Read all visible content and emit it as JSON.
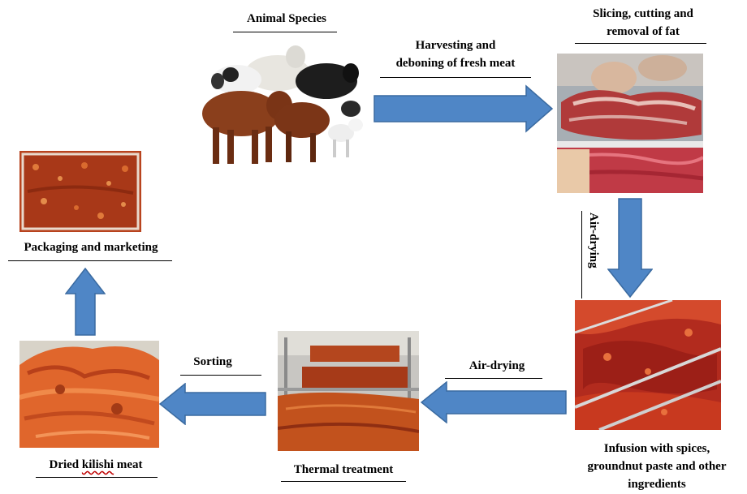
{
  "stages": {
    "animal_species": "Animal Species",
    "slicing_line1": "Slicing, cutting and",
    "slicing_line2": "removal of fat",
    "infusion_line1": "Infusion with spices,",
    "infusion_line2": "groundnut paste and other",
    "infusion_line3": "ingredients",
    "thermal_treatment": "Thermal treatment",
    "dried_prefix": "Dried ",
    "dried_word": "kilishi",
    "dried_suffix": " meat",
    "packaging": "Packaging and marketing"
  },
  "steps": {
    "harvest_line1": "Harvesting and",
    "harvest_line2": "deboning of fresh meat",
    "air_drying_vertical": "Air-drying",
    "air_drying": "Air-drying",
    "sorting": "Sorting"
  },
  "colors": {
    "arrow_fill": "#4f86c6",
    "arrow_stroke": "#3a6aa0"
  }
}
